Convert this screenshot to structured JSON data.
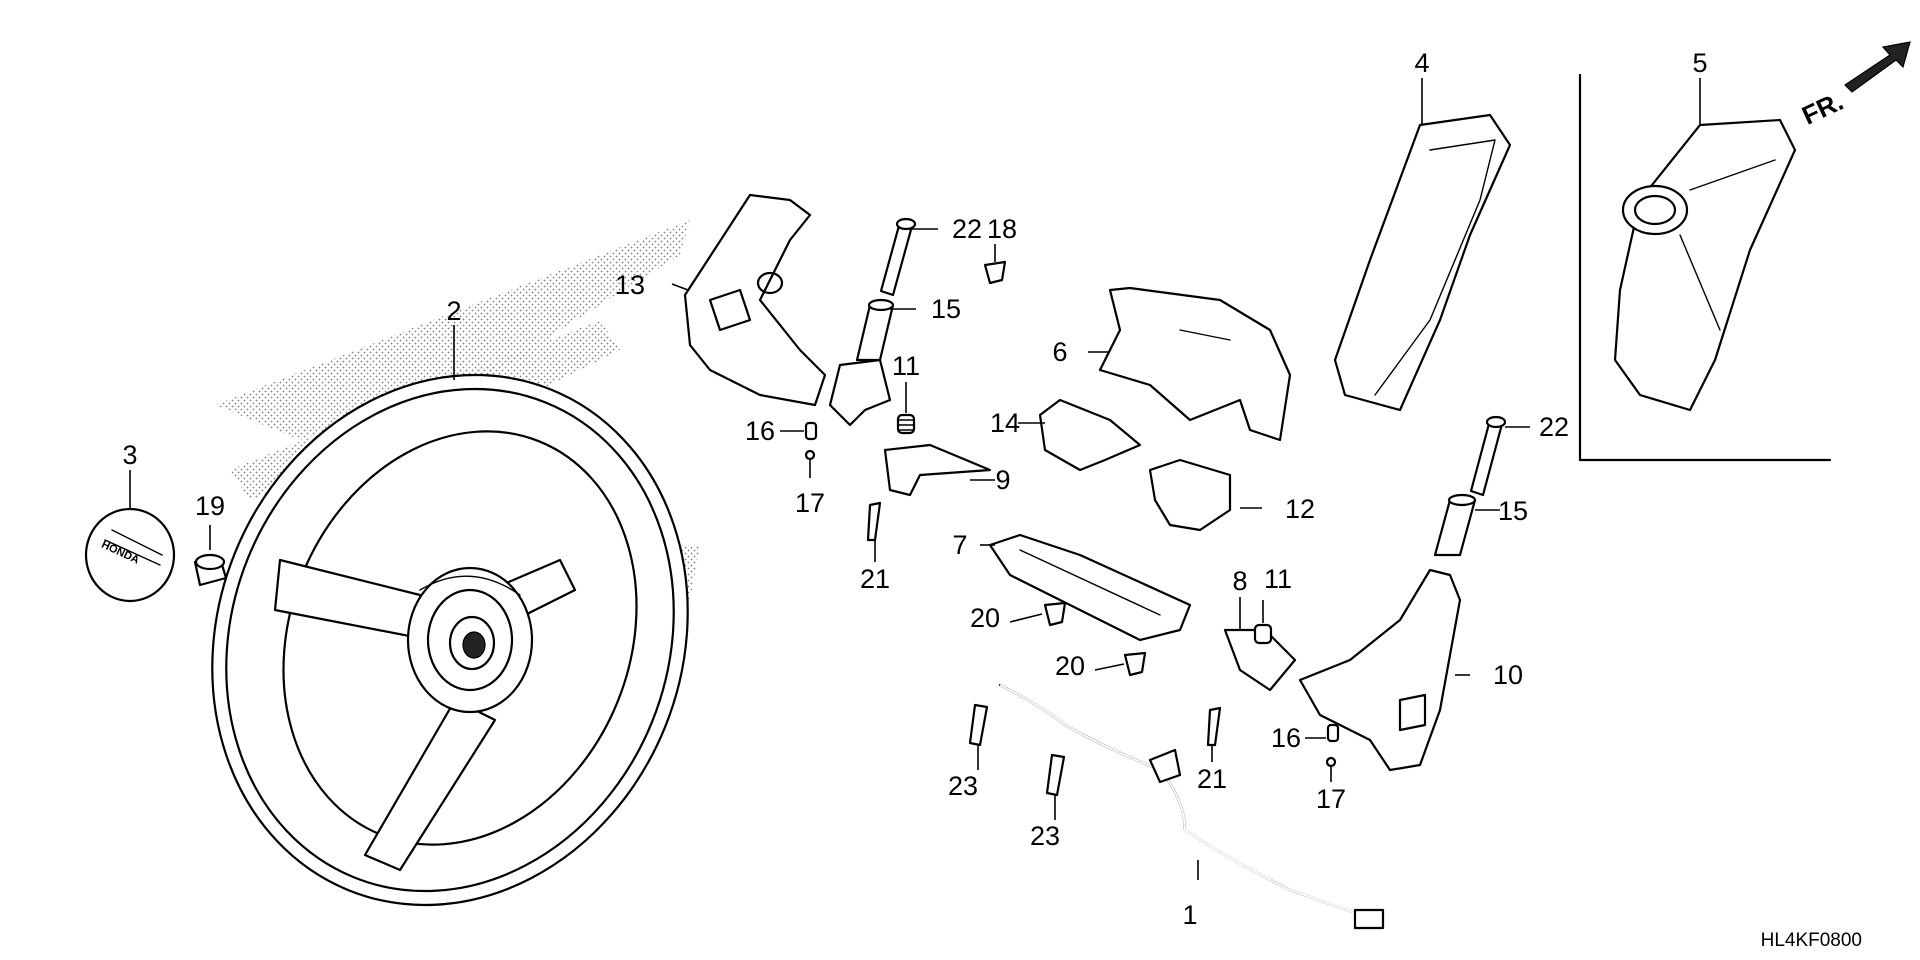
{
  "diagram_code": "HL4KF0800",
  "direction_label": "FR.",
  "callouts": [
    "1",
    "2",
    "3",
    "4",
    "5",
    "6",
    "7",
    "8",
    "9",
    "10",
    "11",
    "11",
    "12",
    "13",
    "14",
    "15",
    "15",
    "16",
    "16",
    "17",
    "17",
    "18",
    "19",
    "20",
    "20",
    "21",
    "21",
    "22",
    "22",
    "23",
    "23"
  ],
  "parts": {
    "p1": "1",
    "p2": "2",
    "p3": "3",
    "p4": "4",
    "p5": "5",
    "p6": "6",
    "p7": "7",
    "p8": "8",
    "p9": "9",
    "p10": "10",
    "p11": "11",
    "p12": "12",
    "p13": "13",
    "p14": "14",
    "p15": "15",
    "p16": "16",
    "p17": "17",
    "p18": "18",
    "p19": "19",
    "p20": "20",
    "p21": "21",
    "p22": "22",
    "p23": "23"
  }
}
